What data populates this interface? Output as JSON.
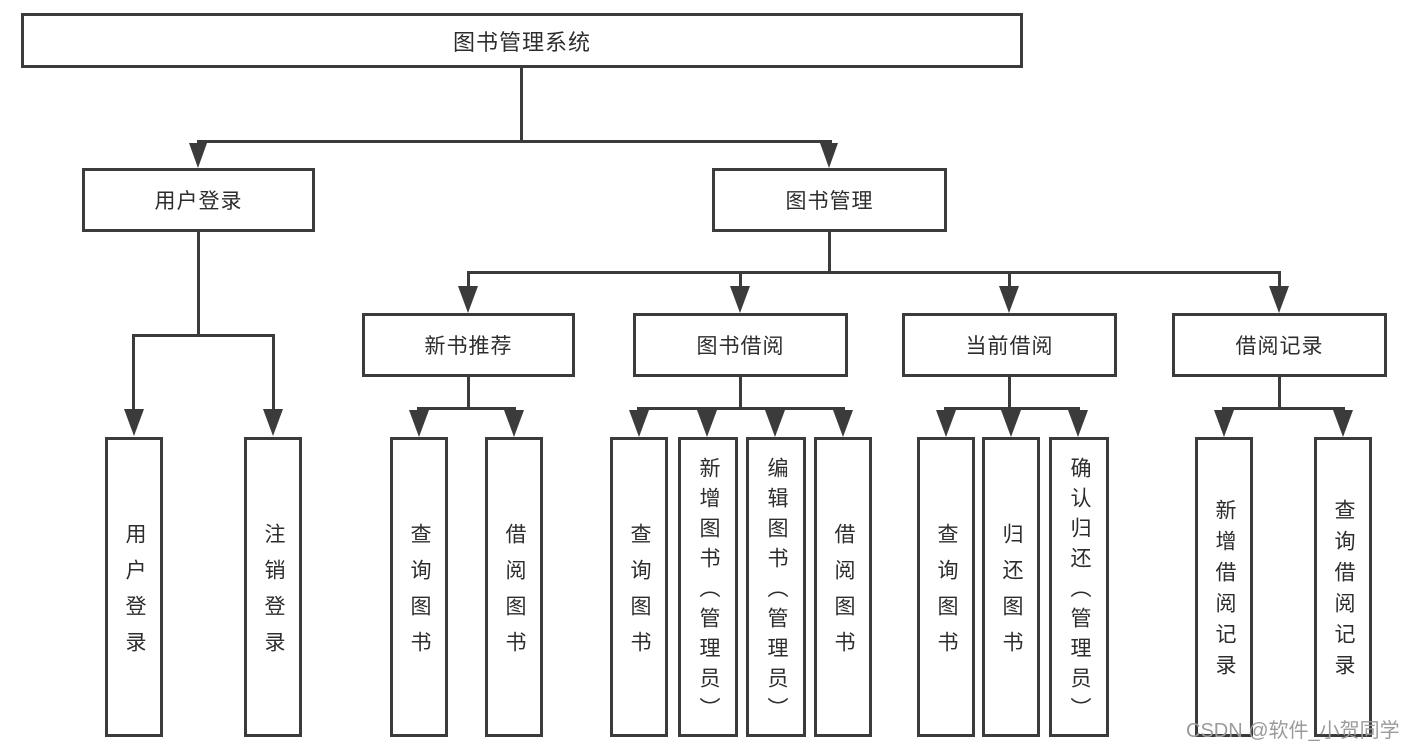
{
  "diagram_title": "图书管理系统",
  "nodes": {
    "root": {
      "label": "图书管理系统"
    },
    "level2": [
      {
        "label": "用户登录"
      },
      {
        "label": "图书管理"
      }
    ],
    "level3": [
      {
        "label": "新书推荐"
      },
      {
        "label": "图书借阅"
      },
      {
        "label": "当前借阅"
      },
      {
        "label": "借阅记录"
      }
    ],
    "leaves": [
      {
        "label": "用户登录",
        "parent": "用户登录"
      },
      {
        "label": "注销登录",
        "parent": "用户登录"
      },
      {
        "label": "查询图书",
        "parent": "新书推荐"
      },
      {
        "label": "借阅图书",
        "parent": "新书推荐"
      },
      {
        "label": "查询图书",
        "parent": "图书借阅"
      },
      {
        "label": "新增图书（管理员）",
        "parent": "图书借阅"
      },
      {
        "label": "编辑图书（管理员）",
        "parent": "图书借阅"
      },
      {
        "label": "借阅图书",
        "parent": "图书借阅"
      },
      {
        "label": "查询图书",
        "parent": "当前借阅"
      },
      {
        "label": "归还图书",
        "parent": "当前借阅"
      },
      {
        "label": "确认归还（管理员）",
        "parent": "当前借阅"
      },
      {
        "label": "新增借阅记录",
        "parent": "借阅记录"
      },
      {
        "label": "查询借阅记录",
        "parent": "借阅记录"
      }
    ]
  },
  "watermark": "CSDN @软件_小贺同学",
  "colors": {
    "line": "#3b3b3b",
    "text": "#2d2d2d",
    "watermark": "#9b9b9b",
    "background": "#ffffff"
  }
}
